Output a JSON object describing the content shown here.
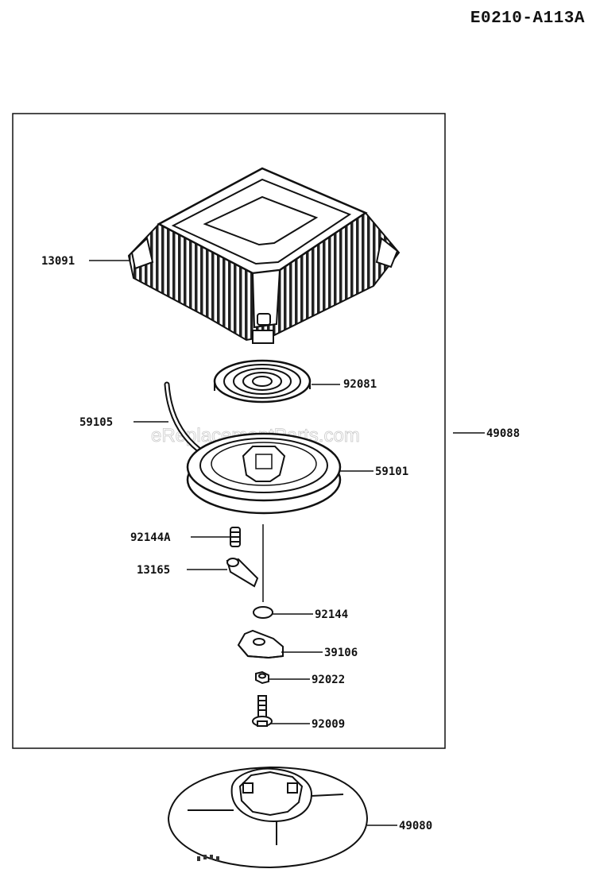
{
  "diagram_code": "E0210-A113A",
  "watermark": "eReplacementParts.com",
  "parts": [
    {
      "id": "cover",
      "label": "13091"
    },
    {
      "id": "spring",
      "label": "92081"
    },
    {
      "id": "rope",
      "label": "59105"
    },
    {
      "id": "assembly",
      "label": "49088"
    },
    {
      "id": "reel",
      "label": "59101"
    },
    {
      "id": "small-spring",
      "label": "92144A"
    },
    {
      "id": "pawl",
      "label": "13165"
    },
    {
      "id": "washer",
      "label": "92144"
    },
    {
      "id": "guide",
      "label": "39106"
    },
    {
      "id": "nut",
      "label": "92022"
    },
    {
      "id": "bolt",
      "label": "92009"
    },
    {
      "id": "plate",
      "label": "49080"
    }
  ]
}
